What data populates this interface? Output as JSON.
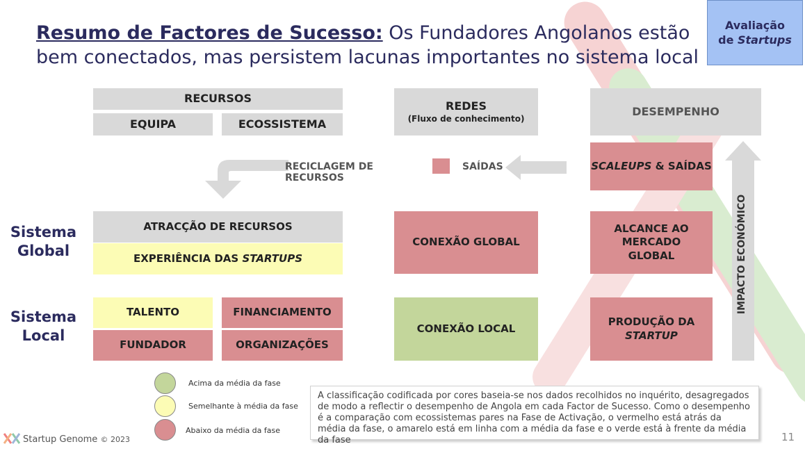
{
  "header": {
    "title_bold": "Resumo de Factores de Sucesso:",
    "title_rest": " Os Fundadores Angolanos estão bem conectados, mas persistem lacunas importantes no sistema local"
  },
  "badge": {
    "line1": "Avaliação",
    "line2_prefix": "de ",
    "line2_italic": "Startups"
  },
  "columns": {
    "resources": {
      "header": "RECURSOS",
      "sub1": "EQUIPA",
      "sub2": "ECOSSISTEMA"
    },
    "networks": {
      "header": "REDES",
      "sub": "(Fluxo de conhecimento)"
    },
    "performance": {
      "header": "DESEMPENHO"
    }
  },
  "flow": {
    "recycling": "RECICLAGEM DE RECURSOS",
    "exits": "SAÍDAS",
    "scaleups_italic": "SCALEUPS",
    "scaleups_rest": " & SAÍDAS",
    "economic_impact": "IMPACTO ECONÓMICO"
  },
  "global_system": {
    "label": "Sistema Global",
    "attraction": "ATRACÇÃO DE RECURSOS",
    "experience_prefix": "EXPERIÊNCIA DAS ",
    "experience_italic": "STARTUPS",
    "global_connection": "CONEXÃO GLOBAL",
    "global_reach": "ALCANCE AO MERCADO GLOBAL"
  },
  "local_system": {
    "label": "Sistema Local",
    "talent": "TALENTO",
    "financing": "FINANCIAMENTO",
    "founder": "FUNDADOR",
    "organizations": "ORGANIZAÇÕES",
    "local_connection": "CONEXÃO LOCAL",
    "production_line1": "PRODUÇÃO DA",
    "production_italic": "STARTUP"
  },
  "legend": [
    {
      "label": "Acima da média da fase",
      "color": "#c3d69b"
    },
    {
      "label": "Semelhante à média da fase",
      "color": "#fcfcb5"
    },
    {
      "label": "Abaixo da média da fase",
      "color": "#d98e91"
    }
  ],
  "note": "A classificação codificada por cores baseia-se nos dados recolhidos no inquérito, desagregados de modo a reflectir o desempenho de Angola em cada Factor de Sucesso. Como o desempenho é a comparação com ecossistemas pares na Fase de Activação, o vermelho está atrás da média da fase, o amarelo está em linha com a média da fase e o verde está à frente da média da fase",
  "footer": {
    "brand": "Startup Genome",
    "copyright": "© 2023",
    "page": "11"
  },
  "colors": {
    "red": "#d98e91",
    "yellow": "#fcfcb5",
    "green": "#c3d69b",
    "gray": "#d9d9d9",
    "badge": "#a4c2f4"
  }
}
